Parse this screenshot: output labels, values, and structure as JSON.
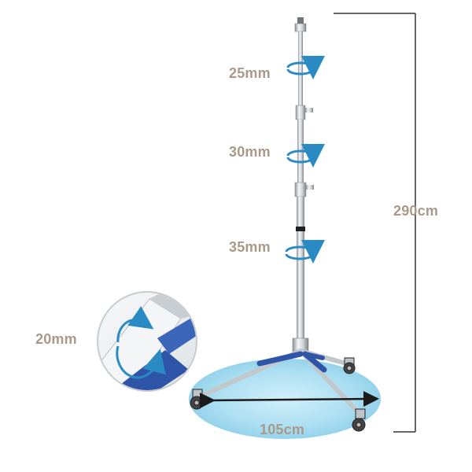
{
  "dimensions": {
    "tube_top": "25mm",
    "tube_middle": "30mm",
    "tube_bottom": "35mm",
    "leg_tube": "20mm",
    "height": "290cm",
    "base_width": "105cm"
  },
  "colors": {
    "label_text": "#a89a8a",
    "arrow_blue": "#2a8bc4",
    "bracket_line": "#333333",
    "base_ellipse": "#9fd7ee",
    "leg_brace": "#2f55a8",
    "chrome": "#c9ced3"
  },
  "icons": [
    "rotation-arrow-icon",
    "double-arrow-icon"
  ]
}
